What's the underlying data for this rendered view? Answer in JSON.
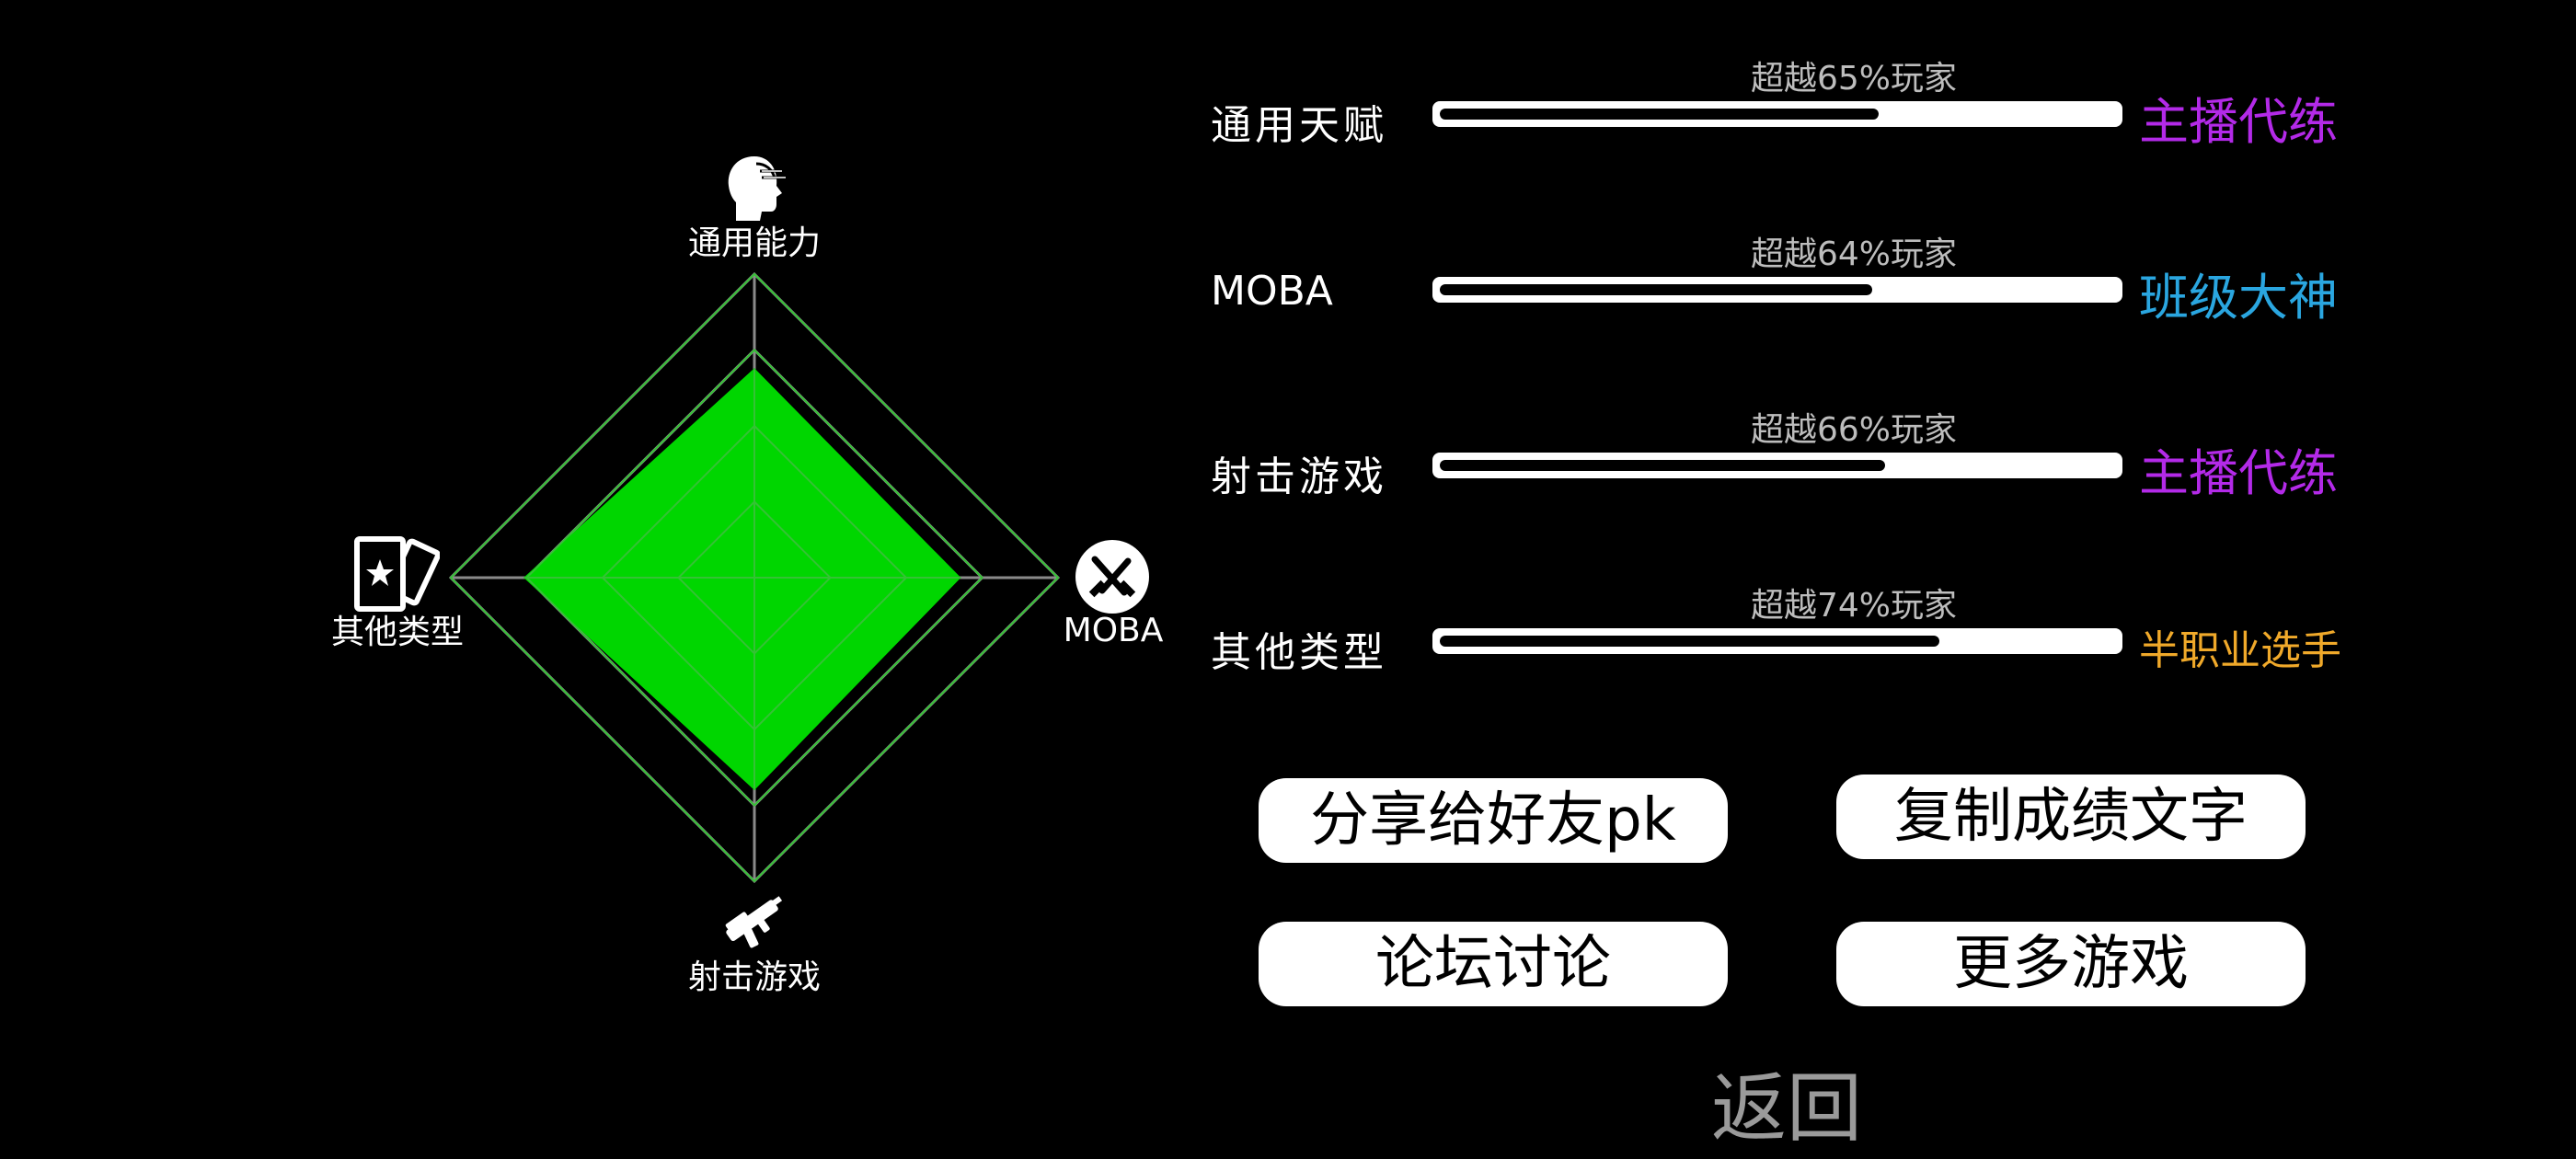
{
  "radar": {
    "axes": [
      {
        "key": "top",
        "label": "通用能力",
        "icon": "head-icon",
        "value": 0.69
      },
      {
        "key": "right",
        "label": "MOBA",
        "icon": "moba-icon",
        "value": 0.68
      },
      {
        "key": "bottom",
        "label": "射击游戏",
        "icon": "gun-icon",
        "value": 0.7
      },
      {
        "key": "left",
        "label": "其他类型",
        "icon": "card-icon",
        "value": 0.76
      }
    ],
    "rings": 4,
    "fill_color": "#00d600",
    "grid_color": "#8a8a8a",
    "inner_grid_color": "#35c235"
  },
  "stats": [
    {
      "name": "通用天赋",
      "surpass": "超越65%玩家",
      "percent": 65,
      "rank": "主播代练",
      "rank_color": "#b32ae8"
    },
    {
      "name": "MOBA",
      "surpass": "超越64%玩家",
      "percent": 64,
      "rank": "班级大神",
      "rank_color": "#2aa6e0"
    },
    {
      "name": "射击游戏",
      "surpass": "超越66%玩家",
      "percent": 66,
      "rank": "主播代练",
      "rank_color": "#b32ae8"
    },
    {
      "name": "其他类型",
      "surpass": "超越74%玩家",
      "percent": 74,
      "rank": "半职业选手",
      "rank_color": "#f0a92a"
    }
  ],
  "buttons": {
    "share": "分享给好友pk",
    "copy": "复制成绩文字",
    "forum": "论坛讨论",
    "more": "更多游戏"
  },
  "back": "返回"
}
